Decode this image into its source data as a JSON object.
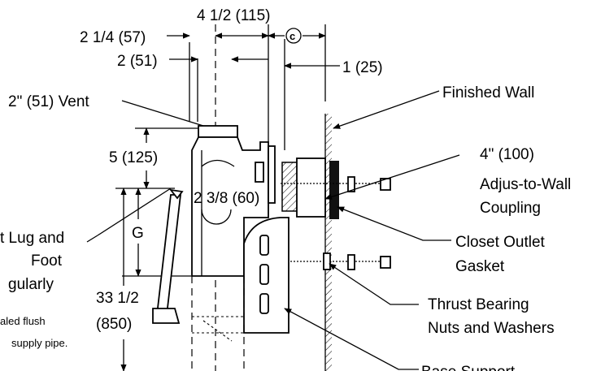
{
  "labels": {
    "dim_4_1_2": "4 1/2 (115)",
    "dim_2_1_4": "2 1/4 (57)",
    "dim_c": "c",
    "dim_2": "2 (51)",
    "dim_1": "1 (25)",
    "vent": "2\" (51) Vent",
    "finished_wall": "Finished Wall",
    "dim_5": "5 (125)",
    "coupling_1": "4\" (100)",
    "coupling_2": "Adjus-to-Wall",
    "coupling_3": "Coupling",
    "dim_2_3_8": "2 3/8 (60)",
    "lug_1": "t Lug and",
    "lug_2": "Foot",
    "lug_3": "gularly",
    "dim_g": "G",
    "gasket_1": "Closet Outlet",
    "gasket_2": "Gasket",
    "dim_33_1": "33 1/2",
    "dim_33_2": "(850)",
    "thrust_1": "Thrust Bearing",
    "thrust_2": "Nuts and Washers",
    "note_1": "aled flush",
    "note_2": "supply pipe.",
    "base_support": "Base Support"
  }
}
